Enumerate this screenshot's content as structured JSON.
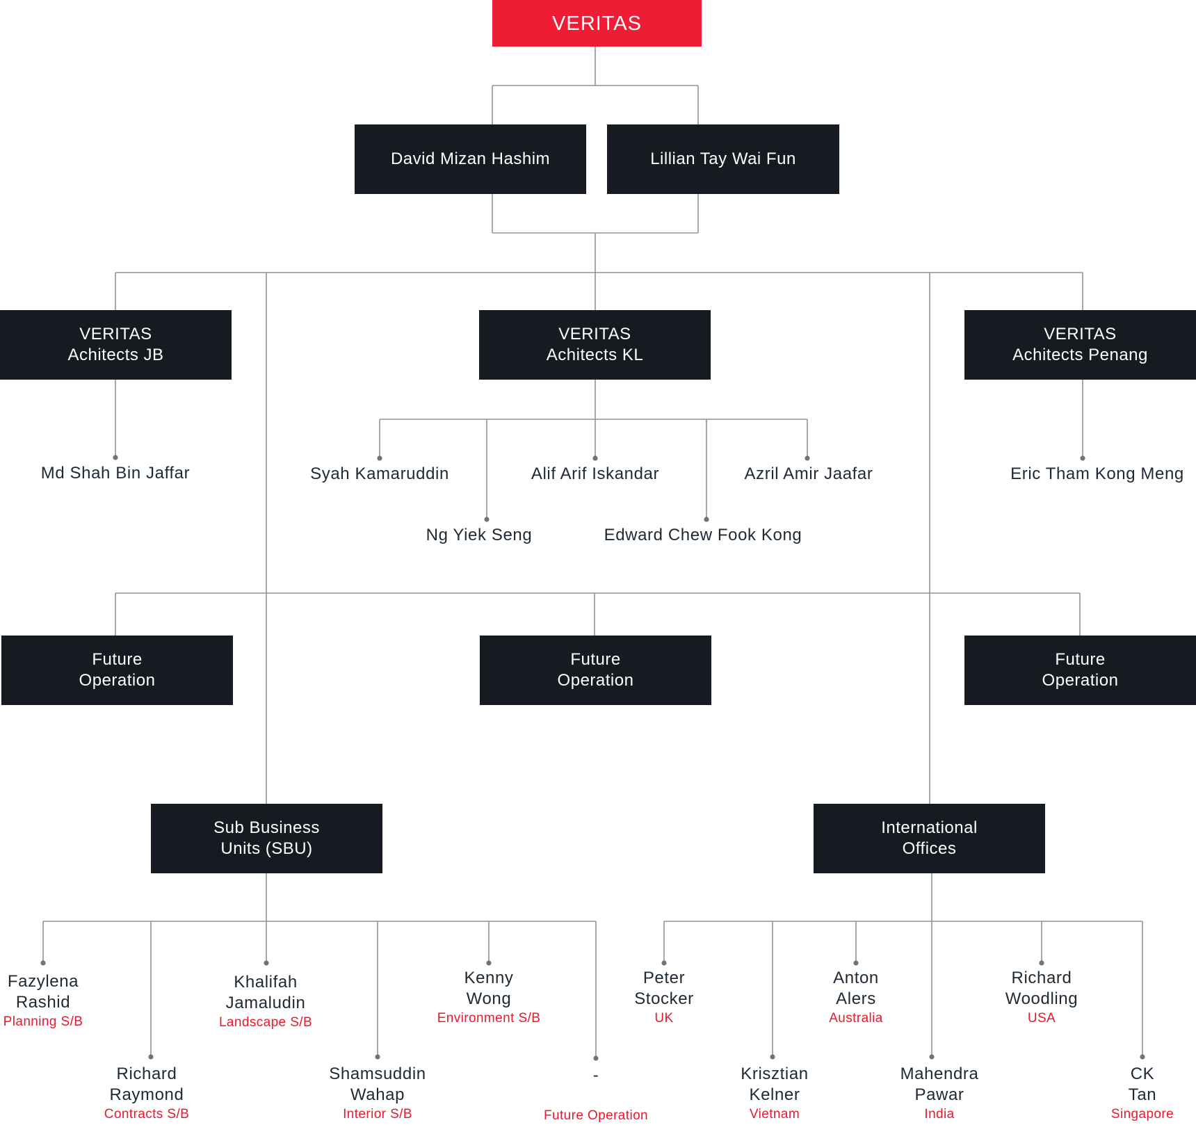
{
  "root": {
    "label": "VERITAS"
  },
  "directors": [
    {
      "name": "David Mizan Hashim"
    },
    {
      "name": "Lillian Tay Wai Fun"
    }
  ],
  "offices": {
    "jb": {
      "line1": "VERITAS",
      "line2": "Achitects JB"
    },
    "kl": {
      "line1": "VERITAS",
      "line2": "Achitects KL"
    },
    "penang": {
      "line1": "VERITAS",
      "line2": "Achitects Penang"
    }
  },
  "jb_people": [
    {
      "name": "Md Shah Bin Jaffar"
    }
  ],
  "kl_people": [
    {
      "name": "Syah Kamaruddin"
    },
    {
      "name": "Ng Yiek Seng"
    },
    {
      "name": "Alif Arif Iskandar"
    },
    {
      "name": "Edward Chew Fook Kong"
    },
    {
      "name": "Azril Amir Jaafar"
    }
  ],
  "penang_people": [
    {
      "name": "Eric Tham Kong Meng"
    }
  ],
  "future": [
    {
      "line1": "Future",
      "line2": "Operation"
    },
    {
      "line1": "Future",
      "line2": "Operation"
    },
    {
      "line1": "Future",
      "line2": "Operation"
    }
  ],
  "sbu": {
    "title": {
      "line1": "Sub Business",
      "line2": "Units (SBU)"
    },
    "members": [
      {
        "line1": "Fazylena",
        "line2": "Rashid",
        "unit": "Planning S/B"
      },
      {
        "line1": "Richard",
        "line2": "Raymond",
        "unit": "Contracts S/B"
      },
      {
        "line1": "Khalifah",
        "line2": "Jamaludin",
        "unit": "Landscape S/B"
      },
      {
        "line1": "Shamsuddin",
        "line2": "Wahap",
        "unit": "Interior S/B"
      },
      {
        "line1": "Kenny",
        "line2": "Wong",
        "unit": "Environment S/B"
      },
      {
        "line1": "-",
        "line2": "",
        "unit": "Future Operation"
      }
    ]
  },
  "intl": {
    "title": {
      "line1": "International",
      "line2": "Offices"
    },
    "members": [
      {
        "line1": "Peter",
        "line2": "Stocker",
        "country": "UK"
      },
      {
        "line1": "Krisztian",
        "line2": "Kelner",
        "country": "Vietnam"
      },
      {
        "line1": "Anton",
        "line2": "Alers",
        "country": "Australia"
      },
      {
        "line1": "Mahendra",
        "line2": "Pawar",
        "country": "India"
      },
      {
        "line1": "Richard",
        "line2": "Woodling",
        "country": "USA"
      },
      {
        "line1": "CK",
        "line2": "Tan",
        "country": "Singapore"
      }
    ]
  },
  "colors": {
    "box": "#161b22",
    "accent": "#ee1c35",
    "line": "#8b949c",
    "subtitle": "#e8192c"
  }
}
